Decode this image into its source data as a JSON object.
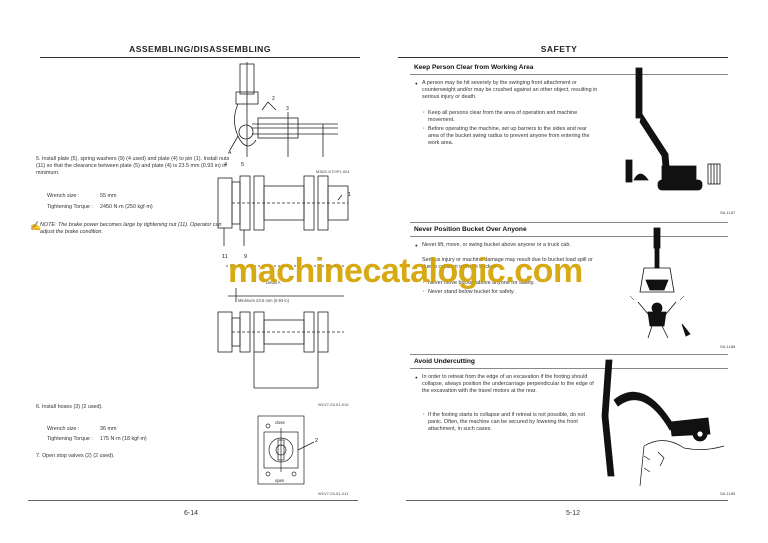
{
  "left": {
    "header": "ASSEMBLING/DISASSEMBLING",
    "fig1_caption": "M3DE-KTOP1-024",
    "callouts_top": [
      "2",
      "3",
      "A"
    ],
    "step5": "5.  Install plate (5), spring washers (9) (4 used) and plate (4) to pin (1). Install nuts (11) so that the clearance between plate (5) and plate (4) is 23.5 mm (0.93 in) in minimum.",
    "wrench_label": "Wrench size :",
    "wrench_value": "55 mm",
    "torque_label": "Tightening Torque :",
    "torque_value": "2450 N·m (250 kgf·m)",
    "note_prefix": "NOTE:",
    "note_text": "The brake power becomes large by tightening nut (11). Operator can adjust the brake condition.",
    "callouts_mid": [
      "4",
      "5",
      "1",
      "11",
      "9"
    ],
    "detail_label": "Detail A",
    "minimum_label": "Minimum 23.5 mm (0.93 in)",
    "fig2_caption": "W1V7-03-01-010",
    "step6": "6.  Install hoses (3) (2 used).",
    "wrench_label2": "Wrench size :",
    "wrench_value2": "36 mm",
    "torque_label2": "Tightening Torque :",
    "torque_value2": "175 N·m (18 kgf·m)",
    "step7": "7.  Open stop valves (2) (2 used).",
    "valve_close": "close",
    "valve_open": "open",
    "valve_callout": "2",
    "fig3_caption": "W1V7-03-01-011",
    "page_number": "6-14"
  },
  "right": {
    "header": "SAFETY",
    "sec1_title": "Keep Person Clear from Working Area",
    "sec1_bullet": "A person may be hit severely by the swinging front attachment or counterweight and/or may be crushed against an other object, resulting in serious injury or death.",
    "sec1_dot1": "Keep all persons clear from the area of operation and machine movement.",
    "sec1_dot2": "Before operating the machine, set up barriers to the sides and rear area of the bucket swing radius to prevent anyone from entering the work area.",
    "sec1_fig": "SA-1187",
    "sec2_title": "Never Position Bucket Over Anyone",
    "sec2_bullet": "Never lift, move, or swing bucket above anyone or a truck cab.",
    "sec2_bullet_cont": "Serious injury or machine damage may result due to bucket load spill or due to collision with the bucket.",
    "sec2_dot1": "Never move bucket above anyone for safety.",
    "sec2_dot2": "Never stand below bucket for safety.",
    "sec2_fig": "SA-1188",
    "sec3_title": "Avoid Undercutting",
    "sec3_bullet": "In order to retreat from the edge of an excavation if the footing should collapse, always position the undercarriage perpendicular to the edge of the excavation with the travel motors at the rear.",
    "sec3_dot1": "If the footing starts to collapse and if retreat is not possible, do not panic. Often, the machine can be secured by lowering the front attachment, in such cases.",
    "sec3_fig": "SA-1189",
    "page_number": "5-12"
  },
  "watermark": "machinecatalogic.com"
}
